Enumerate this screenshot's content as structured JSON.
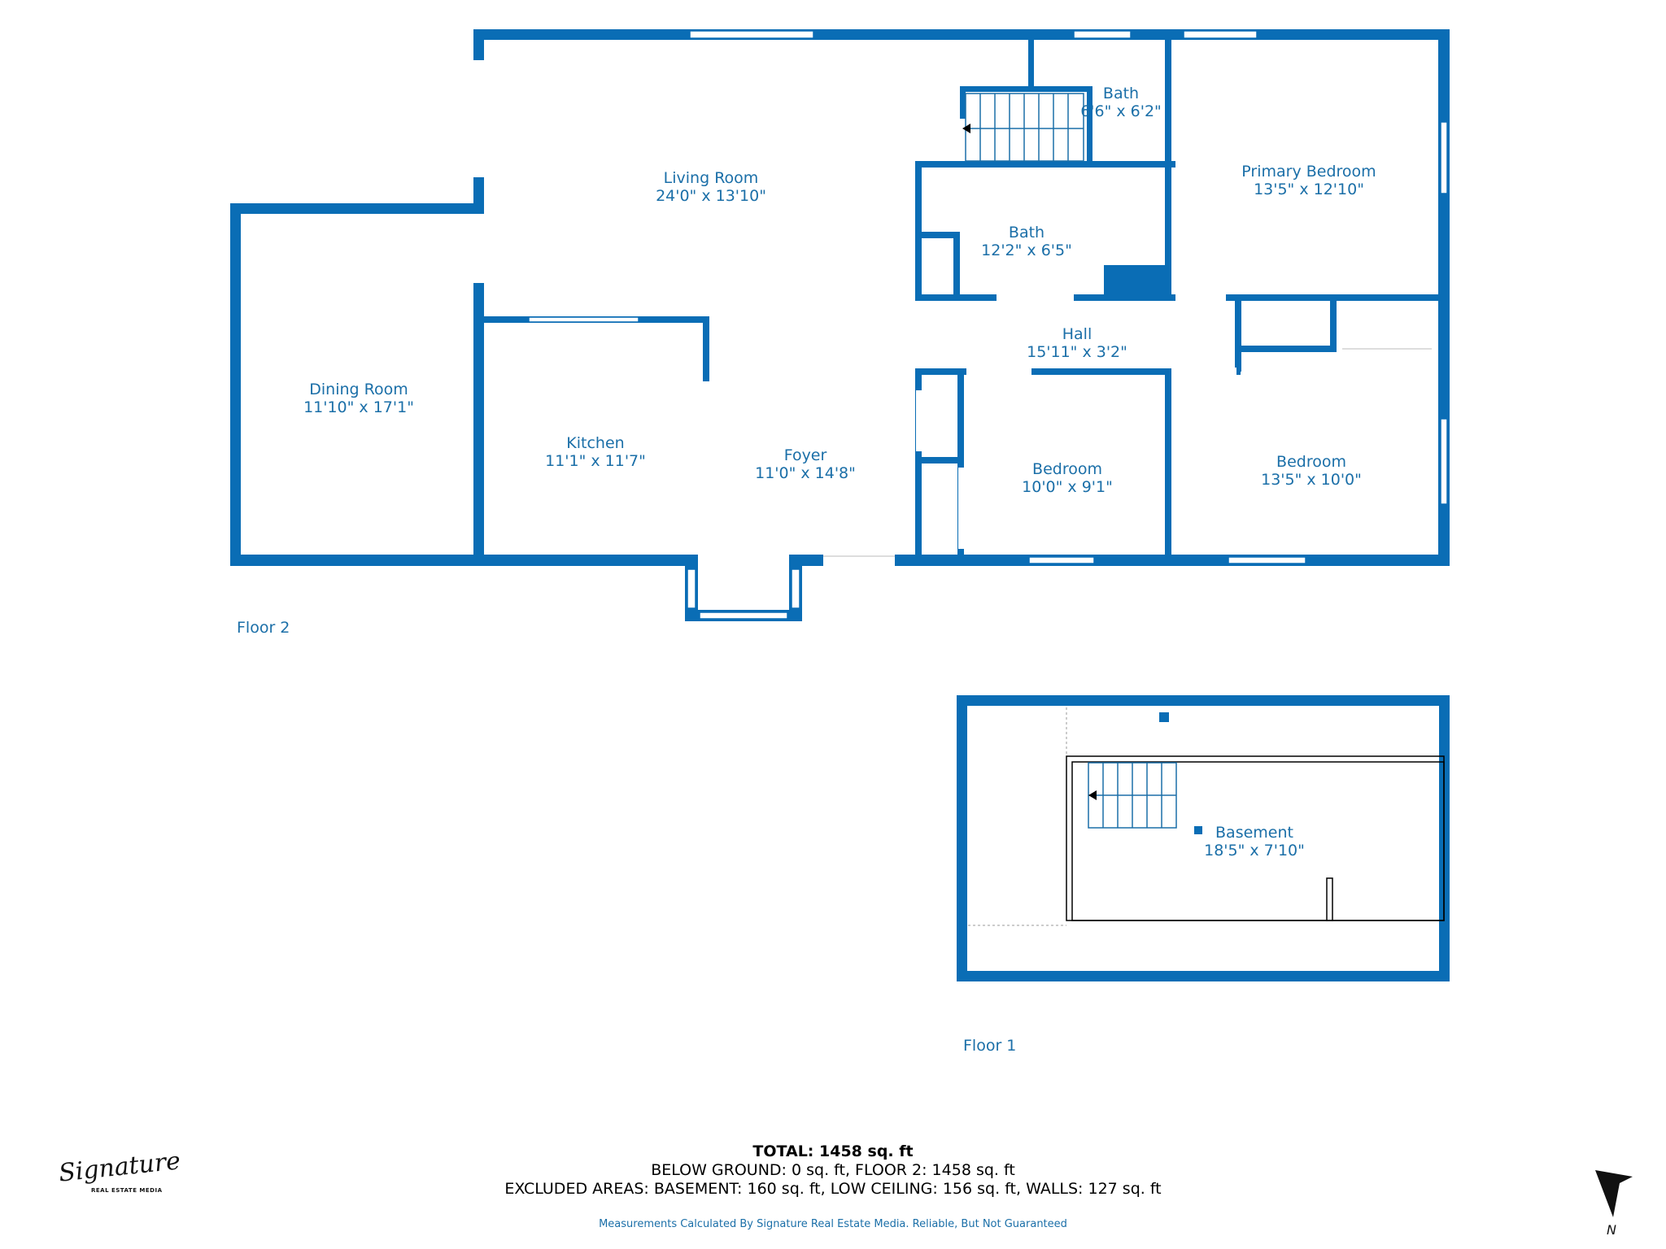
{
  "floors": [
    {
      "label": "Floor 2"
    },
    {
      "label": "Floor 1"
    }
  ],
  "rooms": [
    {
      "name": "Living Room",
      "dims": "24'0\" x 13'10\""
    },
    {
      "name": "Dining Room",
      "dims": "11'10\" x 17'1\""
    },
    {
      "name": "Kitchen",
      "dims": "11'1\" x 11'7\""
    },
    {
      "name": "Foyer",
      "dims": "11'0\" x 14'8\""
    },
    {
      "name": "Bath",
      "dims": "6'6\" x 6'2\""
    },
    {
      "name": "Bath",
      "dims": "12'2\" x 6'5\""
    },
    {
      "name": "Primary Bedroom",
      "dims": "13'5\" x 12'10\""
    },
    {
      "name": "Hall",
      "dims": "15'11\" x 3'2\""
    },
    {
      "name": "Bedroom",
      "dims": "10'0\" x 9'1\""
    },
    {
      "name": "Bedroom",
      "dims": "13'5\" x 10'0\""
    },
    {
      "name": "Basement",
      "dims": "18'5\" x 7'10\""
    }
  ],
  "summary": {
    "total": "TOTAL: 1458 sq. ft",
    "line2": "BELOW GROUND: 0 sq. ft, FLOOR 2: 1458 sq. ft",
    "line3": "EXCLUDED AREAS: BASEMENT: 160 sq. ft, LOW CEILING: 156 sq. ft, WALLS: 127 sq. ft"
  },
  "disclaimer": "Measurements Calculated By Signature Real Estate Media. Reliable, But Not Guaranteed",
  "logo": {
    "script": "Signature",
    "sub": "REAL ESTATE MEDIA"
  },
  "compass": {
    "label": "N",
    "icon": "north-arrow-icon"
  },
  "colors": {
    "wall": "#0a6db5",
    "label": "#1b6fa8"
  }
}
